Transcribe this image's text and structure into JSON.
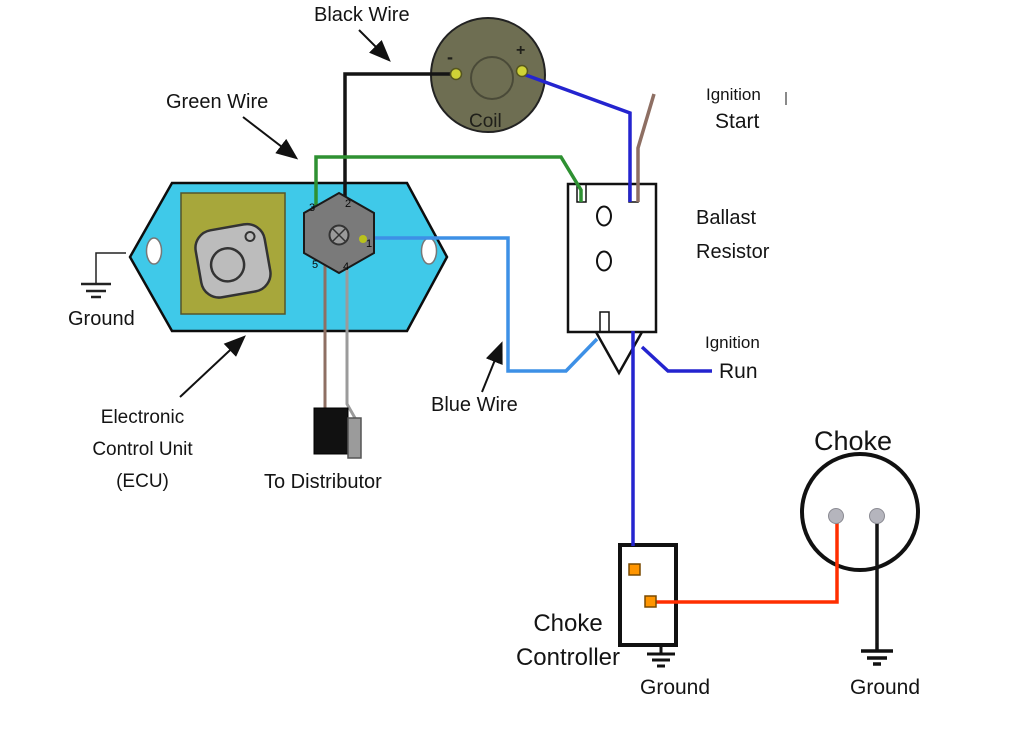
{
  "coil": {
    "label": "Coil",
    "minus": "-",
    "plus": "+"
  },
  "wires": {
    "black": "Black Wire",
    "green": "Green Wire",
    "blue": "Blue Wire"
  },
  "ecu": {
    "line1": "Electronic",
    "line2": "Control  Unit",
    "line3": "(ECU)",
    "ground": "Ground",
    "to_distributor": "To Distributor",
    "pins": {
      "p1": "1",
      "p2": "2",
      "p3": "3",
      "p4": "4",
      "p5": "5"
    }
  },
  "ballast": {
    "line1": "Ballast",
    "line2": "Resistor"
  },
  "ignition_start": {
    "line1": "Ignition",
    "line2": "Start"
  },
  "ignition_run": {
    "line1": "Ignition",
    "line2": "Run"
  },
  "choke": {
    "label": "Choke",
    "ground": "Ground"
  },
  "choke_controller": {
    "line1": "Choke",
    "line2": "Controller",
    "ground": "Ground"
  },
  "colors": {
    "ecu_body": "#3fc9e9",
    "ecu_inner_plate": "#a7a73b",
    "connector_gray": "#7a7a7a",
    "metal_plug": "#bcbcbc",
    "coil_body": "#6e6e52",
    "terminal_yellow": "#cfd236",
    "pin1_dot": "#b9c21c",
    "wire_black": "#141414",
    "wire_green": "#2e9132",
    "wire_blue_light": "#3d90e6",
    "wire_blue_dark": "#2424cf",
    "wire_brown": "#8e6f63",
    "wire_red": "#ff2e00",
    "wire_gray": "#9b9b9b",
    "terminal_orange": "#ff9500",
    "choke_terminal_gray": "#b5b5bd"
  }
}
